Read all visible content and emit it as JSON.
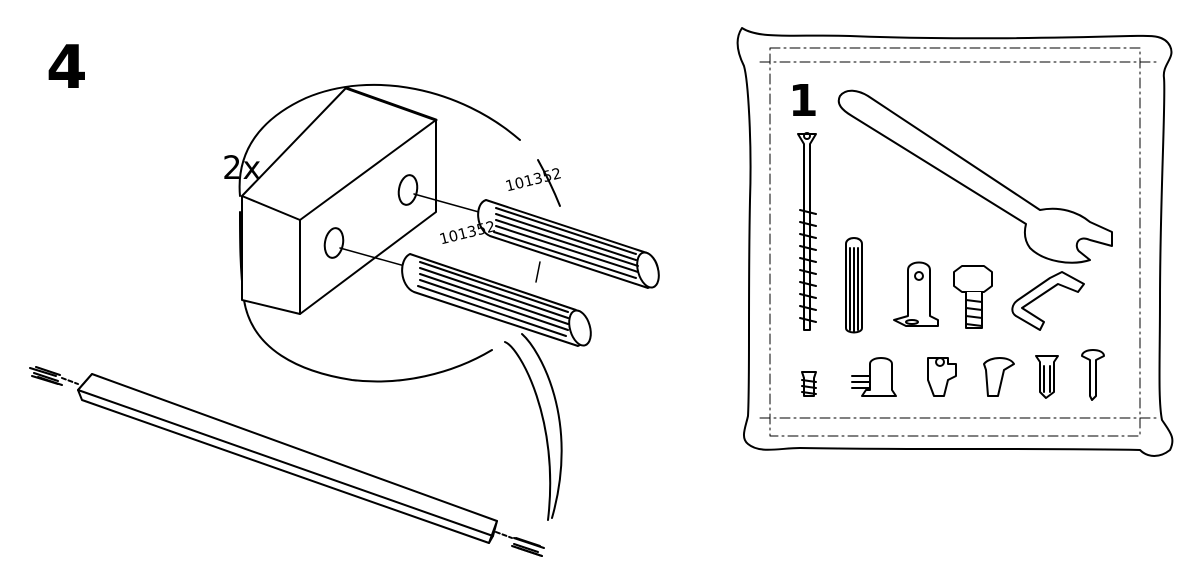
{
  "step": {
    "number": "4",
    "quantity": "2x"
  },
  "dowels": [
    {
      "part_number": "101352"
    },
    {
      "part_number": "101352"
    }
  ],
  "hardware_bag": {
    "number": "1",
    "items": [
      "long-screw-icon",
      "wrench-icon",
      "dowel-icon",
      "angle-bracket-icon",
      "hex-bolt-icon",
      "allen-key-icon",
      "short-screw-icon",
      "cam-lock-icon",
      "cam-housing-icon",
      "clip-icon",
      "wall-plug-icon",
      "nail-icon"
    ]
  },
  "colors": {
    "line": "#000000",
    "background": "#ffffff"
  }
}
